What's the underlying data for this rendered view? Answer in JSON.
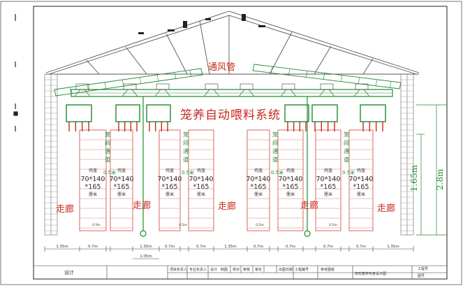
{
  "labels": {
    "ventilation_pipe": "通风管",
    "feeding_system": "笼养自动喂料系统",
    "corridor": "走廊",
    "aisle_vertical": "笼间通道",
    "aisle_width": "0.5米",
    "height_total": "2.8m",
    "height_cage": "1.65m"
  },
  "cage": {
    "name": "鸡笼",
    "dims": "70*140",
    "height": "*165",
    "unit": "厘米"
  },
  "dimensions": {
    "corridor_width": "1.35m",
    "aisle_width": "0.7m",
    "small_gap": "0.5m",
    "center_width": "1.05m"
  },
  "title_block": {
    "design_label": "设计",
    "project_manager": "项目负责人",
    "pro_manager": "专业负责人",
    "design": "设计",
    "drawing": "制图",
    "check": "校对",
    "review": "审核",
    "approve": "审定",
    "date": "出图日期",
    "project_no": "工程编号",
    "reference": "参考图纸",
    "drawing_title": "肉鸡笼养鸡舍设计图",
    "drawing_no_label": "工程号",
    "sheet_label": "图号"
  },
  "colors": {
    "red": "#c8281e",
    "green": "#1e8a2e",
    "line": "#444444"
  }
}
